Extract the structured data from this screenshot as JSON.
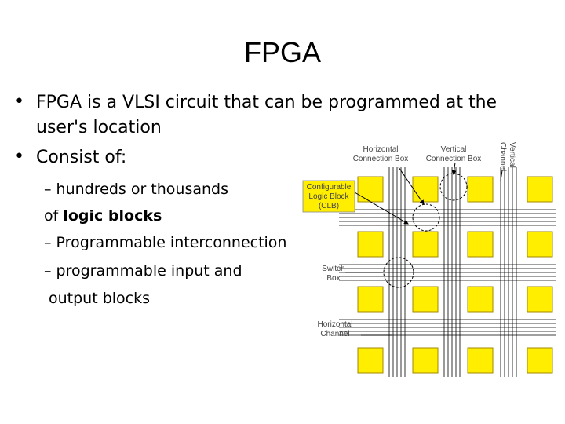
{
  "slide": {
    "title": "FPGA",
    "bullets": [
      {
        "line1": "FPGA is a VLSI circuit that can be programmed at the",
        "line2": "user's location"
      },
      {
        "line1": "Consist of:"
      }
    ],
    "subitems": [
      {
        "dash": "–",
        "text": "hundreds or thousands"
      },
      {
        "prefix": "of ",
        "bold": "logic blocks"
      },
      {
        "dash": "–",
        "text": "Programmable interconnection"
      },
      {
        "dash": "–",
        "text": "programmable input and"
      },
      {
        "text": "output blocks"
      }
    ]
  },
  "diagram": {
    "labels": {
      "clb1": "Configurable",
      "clb2": "Logic Block",
      "clb3": "(CLB)",
      "hcb1": "Horizontal",
      "hcb2": "Connection Box",
      "vcb1": "Vertical",
      "vcb2": "Connection Box",
      "vch1": "Vertical",
      "vch2": "Channel",
      "sw1": "Switch",
      "sw2": "Box",
      "hch1": "Horizontal",
      "hch2": "Channel"
    },
    "colors": {
      "block_fill": "#ffee00",
      "block_stroke": "#a08800",
      "clb_label_fill": "#ffee00",
      "line": "#000000"
    }
  }
}
